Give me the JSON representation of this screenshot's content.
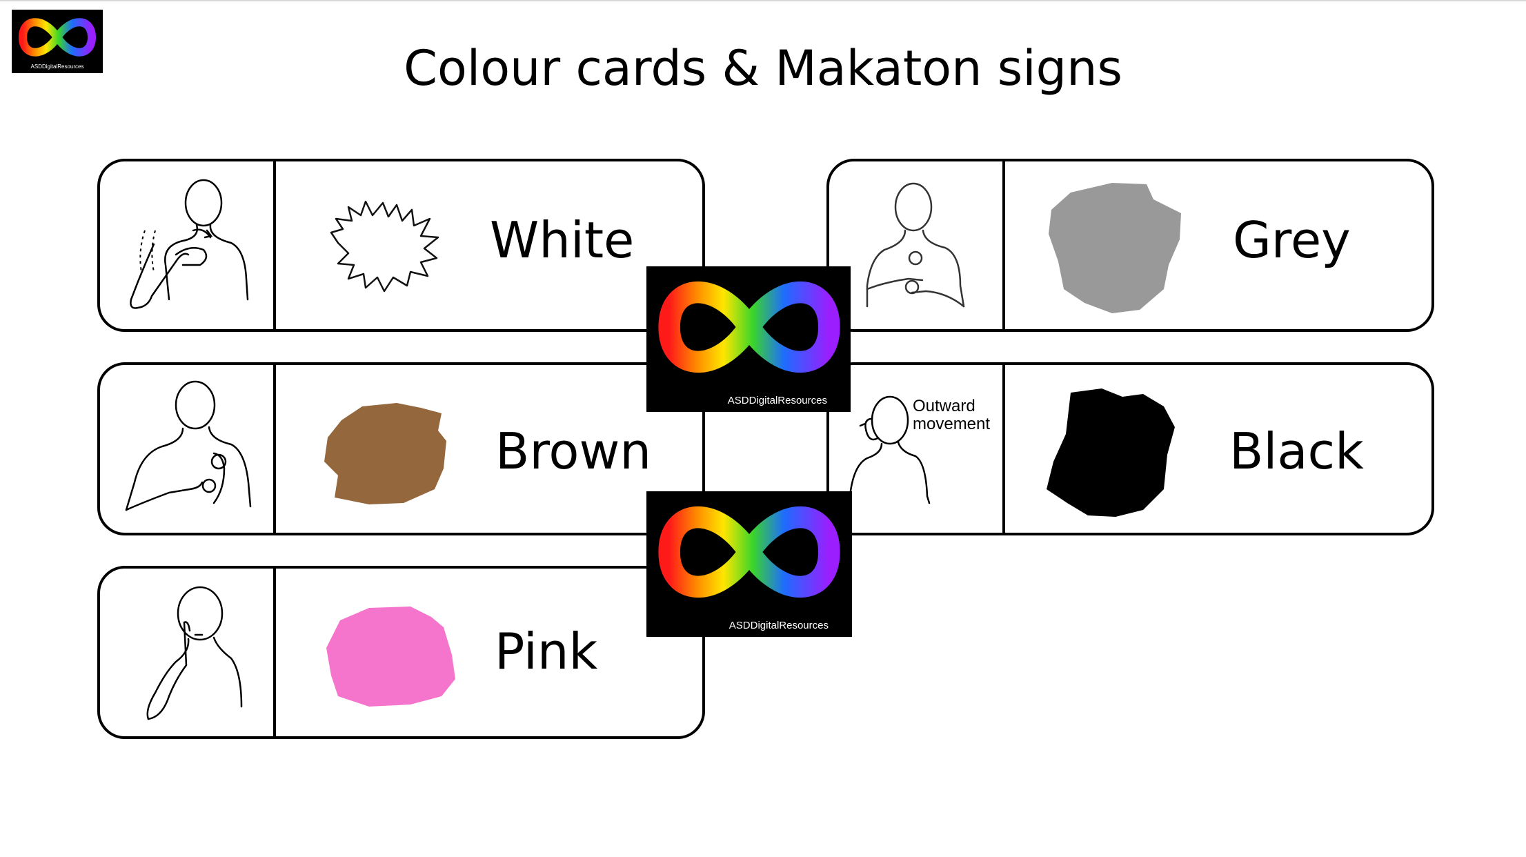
{
  "header": {
    "title": "Colour cards & Makaton signs",
    "logo_caption": "ASDDigitalResources",
    "logo_icon": "rainbow-infinity-icon"
  },
  "cards": [
    {
      "word": "White",
      "swatch_color": "#ffffff",
      "swatch_style": "outline",
      "sign_icon": "makaton-white-sign-icon"
    },
    {
      "word": "Brown",
      "swatch_color": "#94673c",
      "swatch_style": "fill",
      "sign_icon": "makaton-brown-sign-icon"
    },
    {
      "word": "Pink",
      "swatch_color": "#f575cc",
      "swatch_style": "fill",
      "sign_icon": "makaton-pink-sign-icon"
    },
    {
      "word": "Grey",
      "swatch_color": "#999999",
      "swatch_style": "fill",
      "sign_icon": "makaton-grey-sign-icon"
    },
    {
      "word": "Black",
      "swatch_color": "#000000",
      "swatch_style": "fill",
      "sign_icon": "makaton-black-sign-icon",
      "sign_note": "Outward movement"
    }
  ],
  "overlay_logos": [
    {
      "caption": "ASDDigitalResources",
      "icon": "rainbow-infinity-icon"
    },
    {
      "caption": "ASDDigitalResources",
      "icon": "rainbow-infinity-icon"
    }
  ]
}
